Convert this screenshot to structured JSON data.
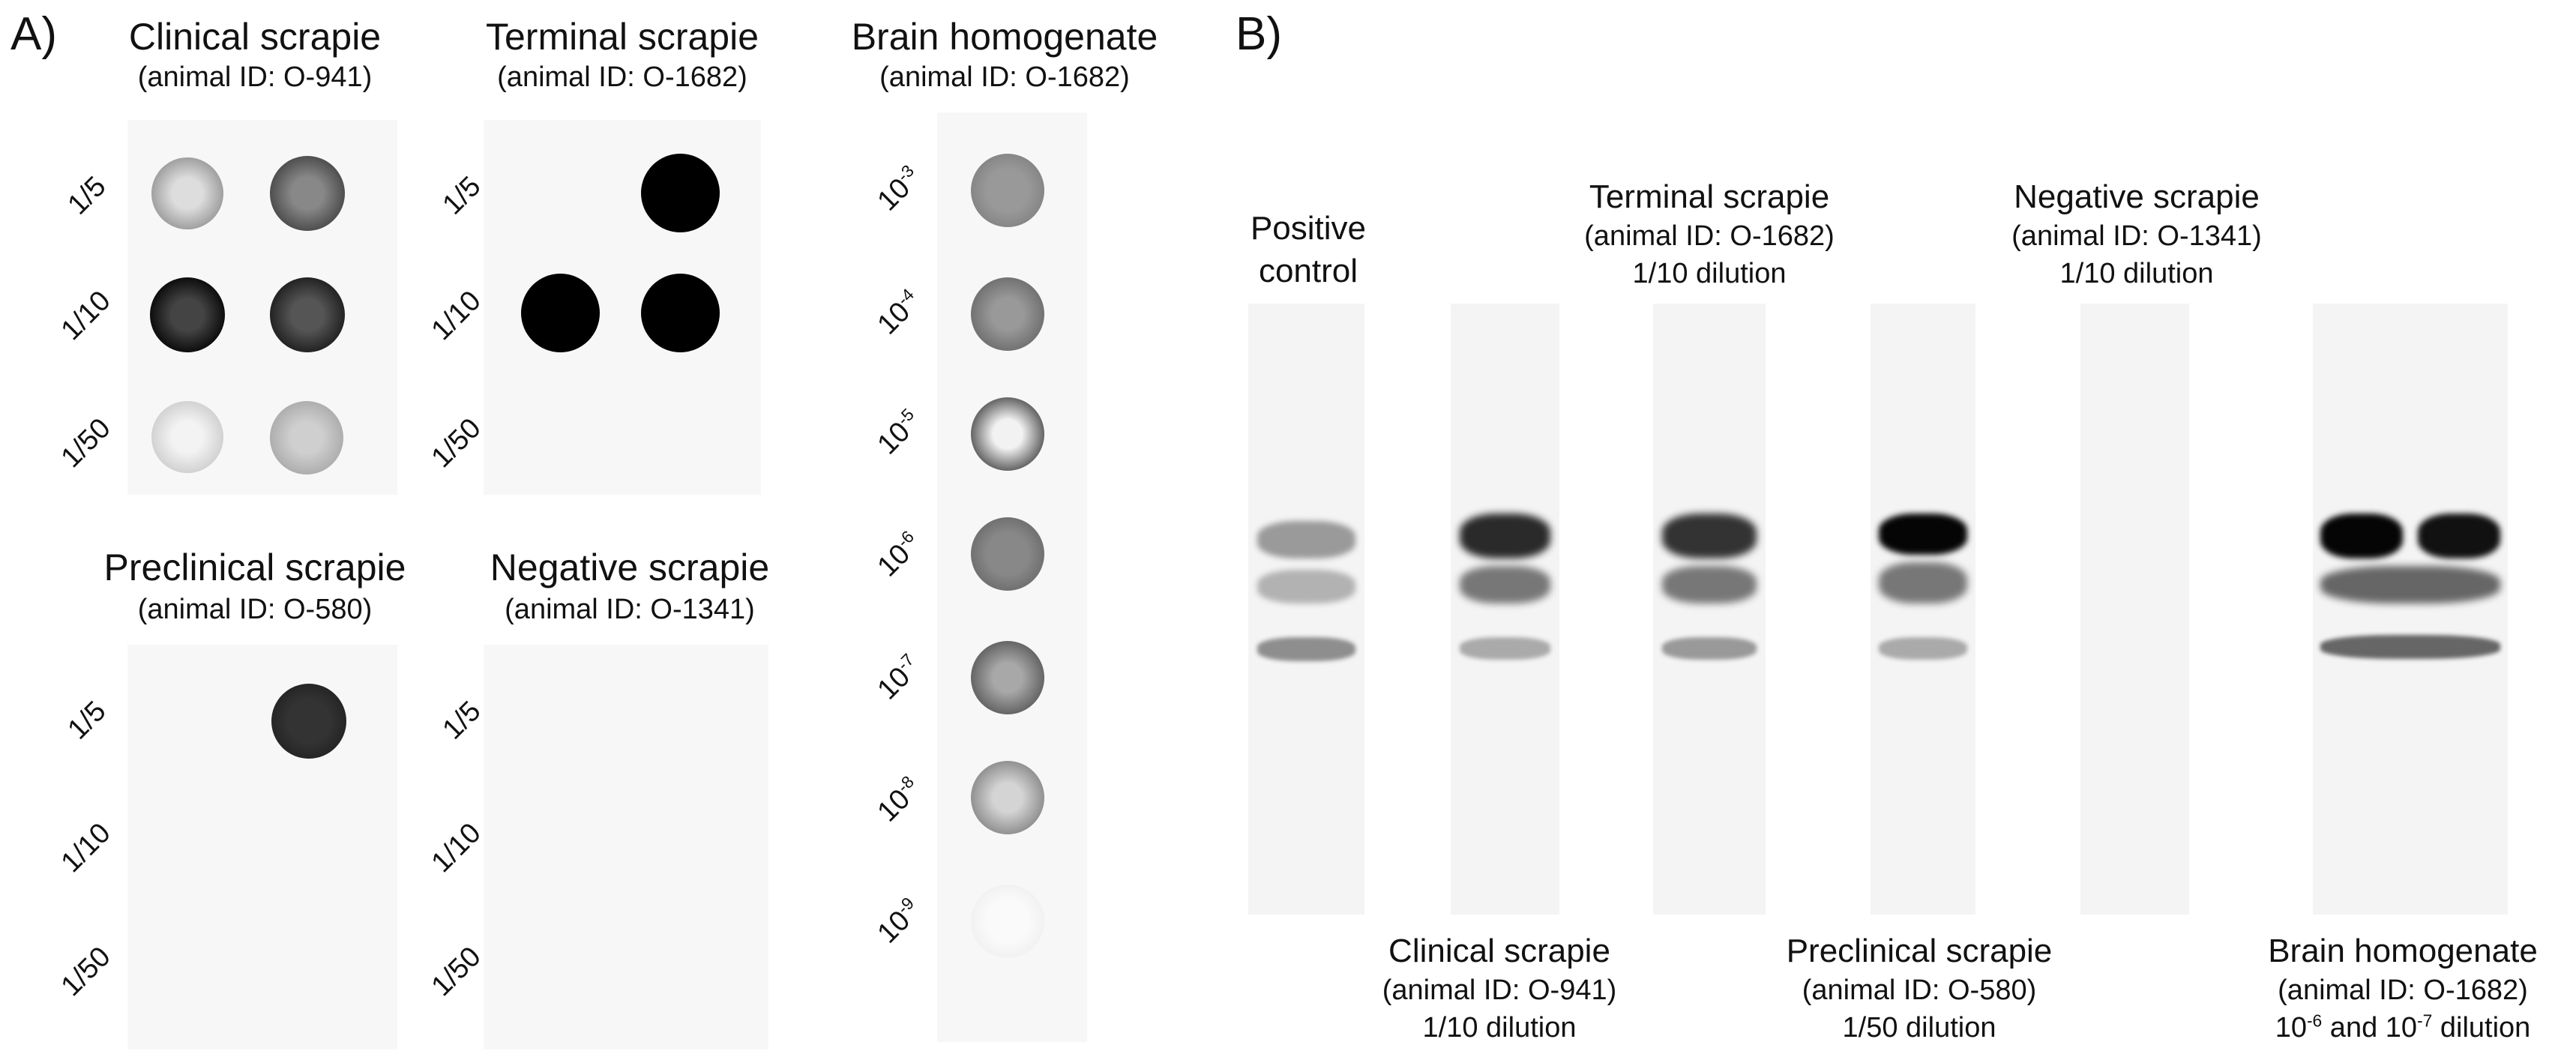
{
  "panel_a": {
    "letter": "A)",
    "groups": [
      {
        "title": "Clinical scrapie",
        "sub": "(animal ID: O-941)",
        "rows": [
          "1/5",
          "1/10",
          "1/50"
        ]
      },
      {
        "title": "Terminal scrapie",
        "sub": "(animal ID: O-1682)",
        "rows": [
          "1/5",
          "1/10",
          "1/50"
        ]
      },
      {
        "title": "Brain homogenate",
        "sub": "(animal ID: O-1682)",
        "rows": [
          "10-3",
          "10-4",
          "10-5",
          "10-6",
          "10-7",
          "10-8",
          "10-9"
        ]
      },
      {
        "title": "Preclinical scrapie",
        "sub": "(animal ID: O-580)",
        "rows": [
          "1/5",
          "1/10",
          "1/50"
        ]
      },
      {
        "title": "Negative scrapie",
        "sub": "(animal ID: O-1341)",
        "rows": [
          "1/5",
          "1/10",
          "1/50"
        ]
      }
    ],
    "brain_exponents": [
      "-3",
      "-4",
      "-5",
      "-6",
      "-7",
      "-8",
      "-9"
    ],
    "brain_base": "10"
  },
  "panel_b": {
    "letter": "B)",
    "top_labels": [
      {
        "l1": "Positive",
        "l2": "control",
        "l3": ""
      },
      {
        "l1": "Terminal scrapie",
        "l2": "(animal ID: O-1682)",
        "l3": "1/10 dilution"
      },
      {
        "l1": "Negative scrapie",
        "l2": "(animal ID: O-1341)",
        "l3": "1/10 dilution"
      }
    ],
    "bottom_labels": [
      {
        "l1": "Clinical scrapie",
        "l2": "(animal ID: O-941)",
        "l3": "1/10 dilution"
      },
      {
        "l1": "Preclinical scrapie",
        "l2": "(animal ID: O-580)",
        "l3": "1/50 dilution"
      },
      {
        "l1": "Brain homogenate",
        "l2": "(animal ID: O-1682)",
        "l3_a": "10",
        "l3_e1": "-6",
        "l3_b": " and 10",
        "l3_e2": "-7",
        "l3_c": " dilution"
      }
    ]
  }
}
